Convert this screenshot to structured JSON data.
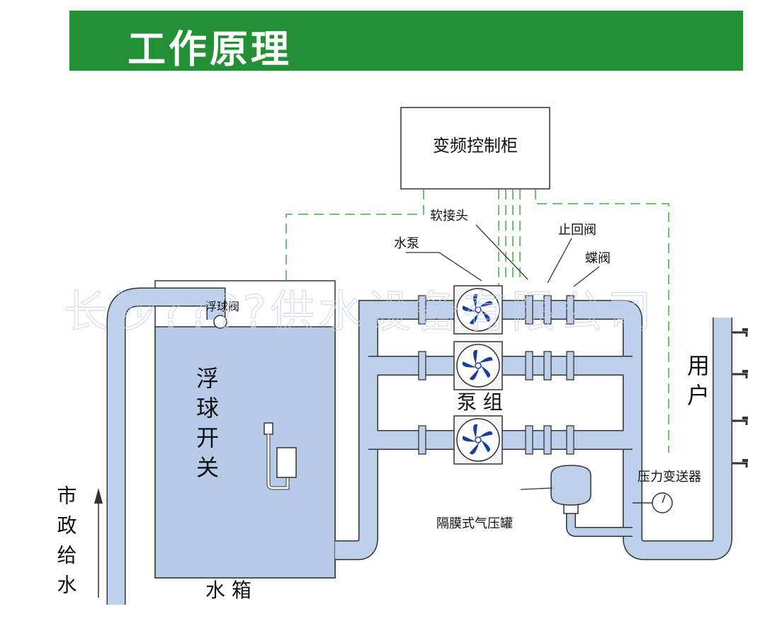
{
  "header": {
    "title": "工作原理"
  },
  "labels": {
    "control_cabinet": "变频控制柜",
    "soft_joint": "软接头",
    "check_valve": "止回阀",
    "water_pump": "水泵",
    "butterfly_valve": "蝶阀",
    "float_valve": "浮球阀",
    "float_switch": "浮球开关",
    "pump_group": "泵  组",
    "water_tank": "水  箱",
    "users": "用户",
    "municipal_supply": "市政给水",
    "pressure_transmitter": "压力变送器",
    "diaphragm_tank": "隔膜式气压罐",
    "watermark": "长沙????供水设备有限公司"
  },
  "colors": {
    "header_green": "#239035",
    "water_blue": "#b7cbe9",
    "pipe_blue": "#bcd0ec",
    "signal_green": "#3cb043",
    "fan_blue": "#1a3f9a"
  }
}
